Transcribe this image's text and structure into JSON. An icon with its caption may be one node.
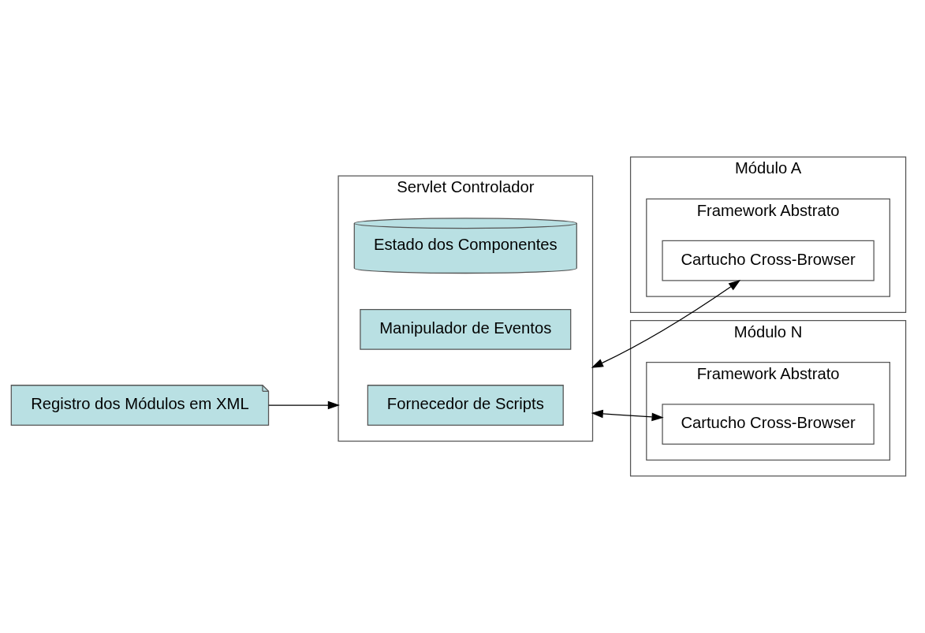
{
  "diagram": {
    "nodes": [
      {
        "text": [
          "Servlet Controlador"
        ]
      },
      {
        "text": [
          "Estado dos Componentes"
        ],
        "in": 0
      },
      {
        "text": [
          "Manipulador de Eventos"
        ],
        "in": 0
      },
      {
        "text": [
          "Fornecedor de Scripts"
        ],
        "in": 0
      },
      {
        "text": [
          "Registro dos Módulos em XML"
        ]
      },
      {
        "text": [
          "Módulo A"
        ]
      },
      {
        "text": [
          "Framework Abstrato"
        ],
        "in": 5
      },
      {
        "text": [
          "Cartucho Cross-Browser"
        ],
        "in": 6
      },
      {
        "text": [
          "Módulo N"
        ]
      },
      {
        "text": [
          "Framework Abstrato"
        ],
        "in": 8
      },
      {
        "text": [
          "Cartucho Cross-Browser"
        ],
        "in": 9
      }
    ],
    "edges": [
      {
        "from": 4,
        "to": 0,
        "arrow": "to"
      },
      {
        "from": 0,
        "to": 7,
        "arrow": "both"
      },
      {
        "from": 0,
        "to": 10,
        "arrow": "both"
      }
    ]
  }
}
